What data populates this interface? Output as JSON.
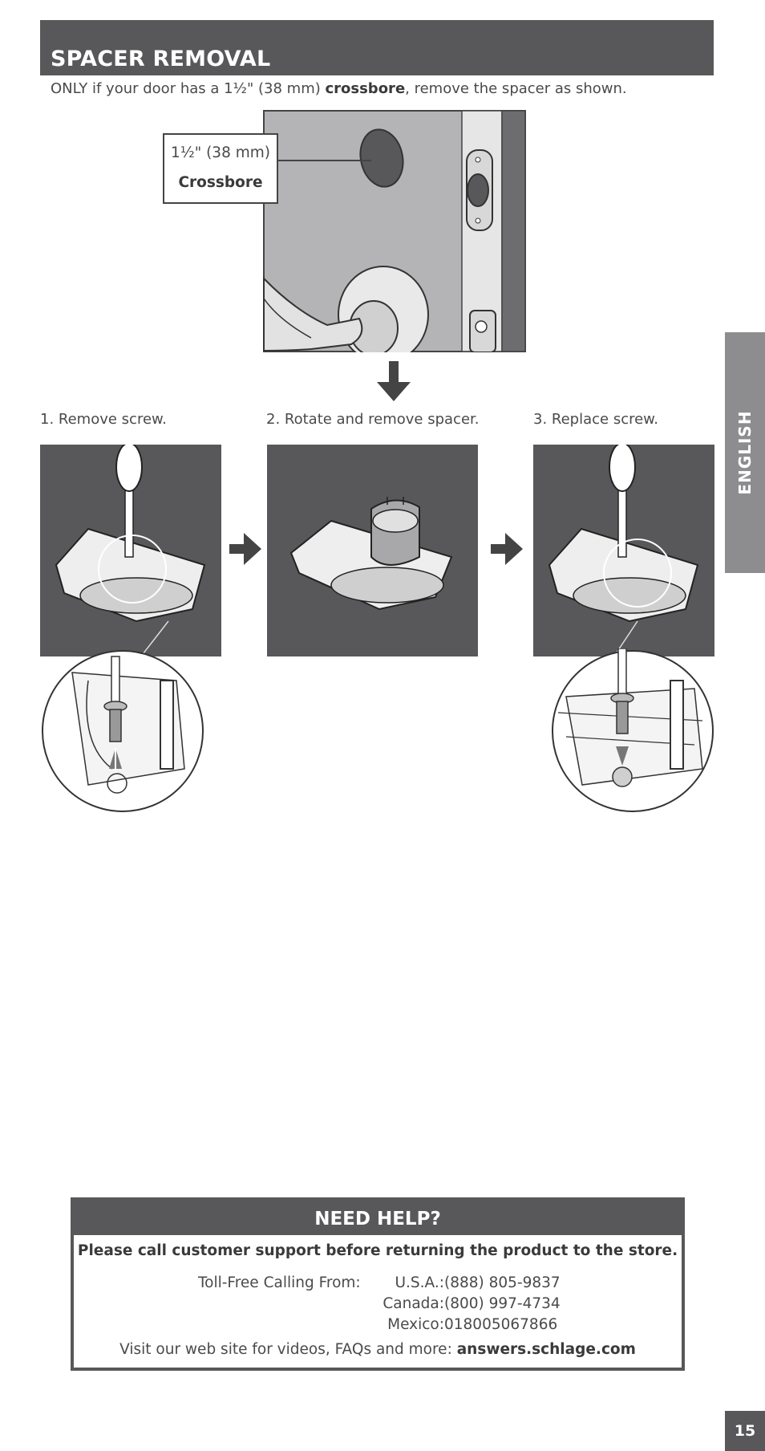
{
  "header": {
    "title": "SPACER REMOVAL"
  },
  "intro": {
    "text_before": "ONLY if your door has a 1½\" (38 mm) ",
    "bold_word": "crossbore",
    "text_after": ", remove the spacer as shown."
  },
  "callout": {
    "size": "1½\" (38 mm)",
    "label": "Crossbore"
  },
  "steps": [
    {
      "label": "1. Remove screw."
    },
    {
      "label": "2. Rotate and remove spacer."
    },
    {
      "label": "3. Replace screw."
    }
  ],
  "side_tab": {
    "label": "ENGLISH"
  },
  "help": {
    "title": "NEED HELP?",
    "subtitle": "Please call customer support before returning the product to the store.",
    "toll_free_label": "Toll-Free Calling From:",
    "contacts": [
      {
        "country": "U.S.A.:",
        "phone": "(888) 805-9837"
      },
      {
        "country": "Canada:",
        "phone": "(800) 997-4734"
      },
      {
        "country": "Mexico:",
        "phone": "018005067866"
      }
    ],
    "web_text": "Visit our web site for videos, FAQs and more: ",
    "web_link": "answers.schlage.com"
  },
  "page_number": "15"
}
